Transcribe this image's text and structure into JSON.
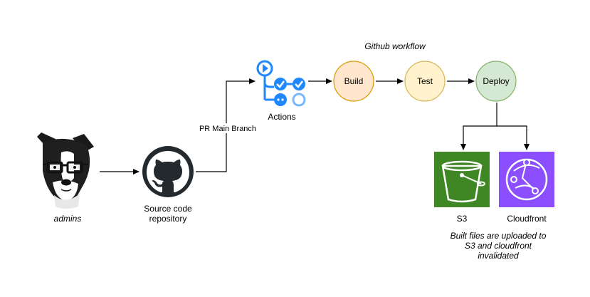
{
  "diagram": {
    "title": "Github workflow",
    "nodes": {
      "admins": {
        "label": "admins"
      },
      "repo": {
        "label_line1": "Source code",
        "label_line2": "repository"
      },
      "actions": {
        "label": "Actions"
      },
      "build": {
        "label": "Build",
        "fill": "#ffe6cc",
        "stroke": "#d79b00"
      },
      "test": {
        "label": "Test",
        "fill": "#fff2cc",
        "stroke": "#d6b656"
      },
      "deploy": {
        "label": "Deploy",
        "fill": "#d5e8d4",
        "stroke": "#82b366"
      },
      "s3": {
        "label": "S3",
        "fill": "#3f8624"
      },
      "cloudfront": {
        "label": "Cloudfront",
        "fill": "#8c4fff"
      }
    },
    "edges": {
      "pr_label": "PR Main Branch"
    },
    "note": {
      "line1": "Built files are uploaded to",
      "line2": "S3 and cloudfront",
      "line3": "invalidated"
    },
    "colors": {
      "github": "#24292e",
      "actions_blue": "#2088ff",
      "actions_light": "#79b8ff"
    }
  }
}
